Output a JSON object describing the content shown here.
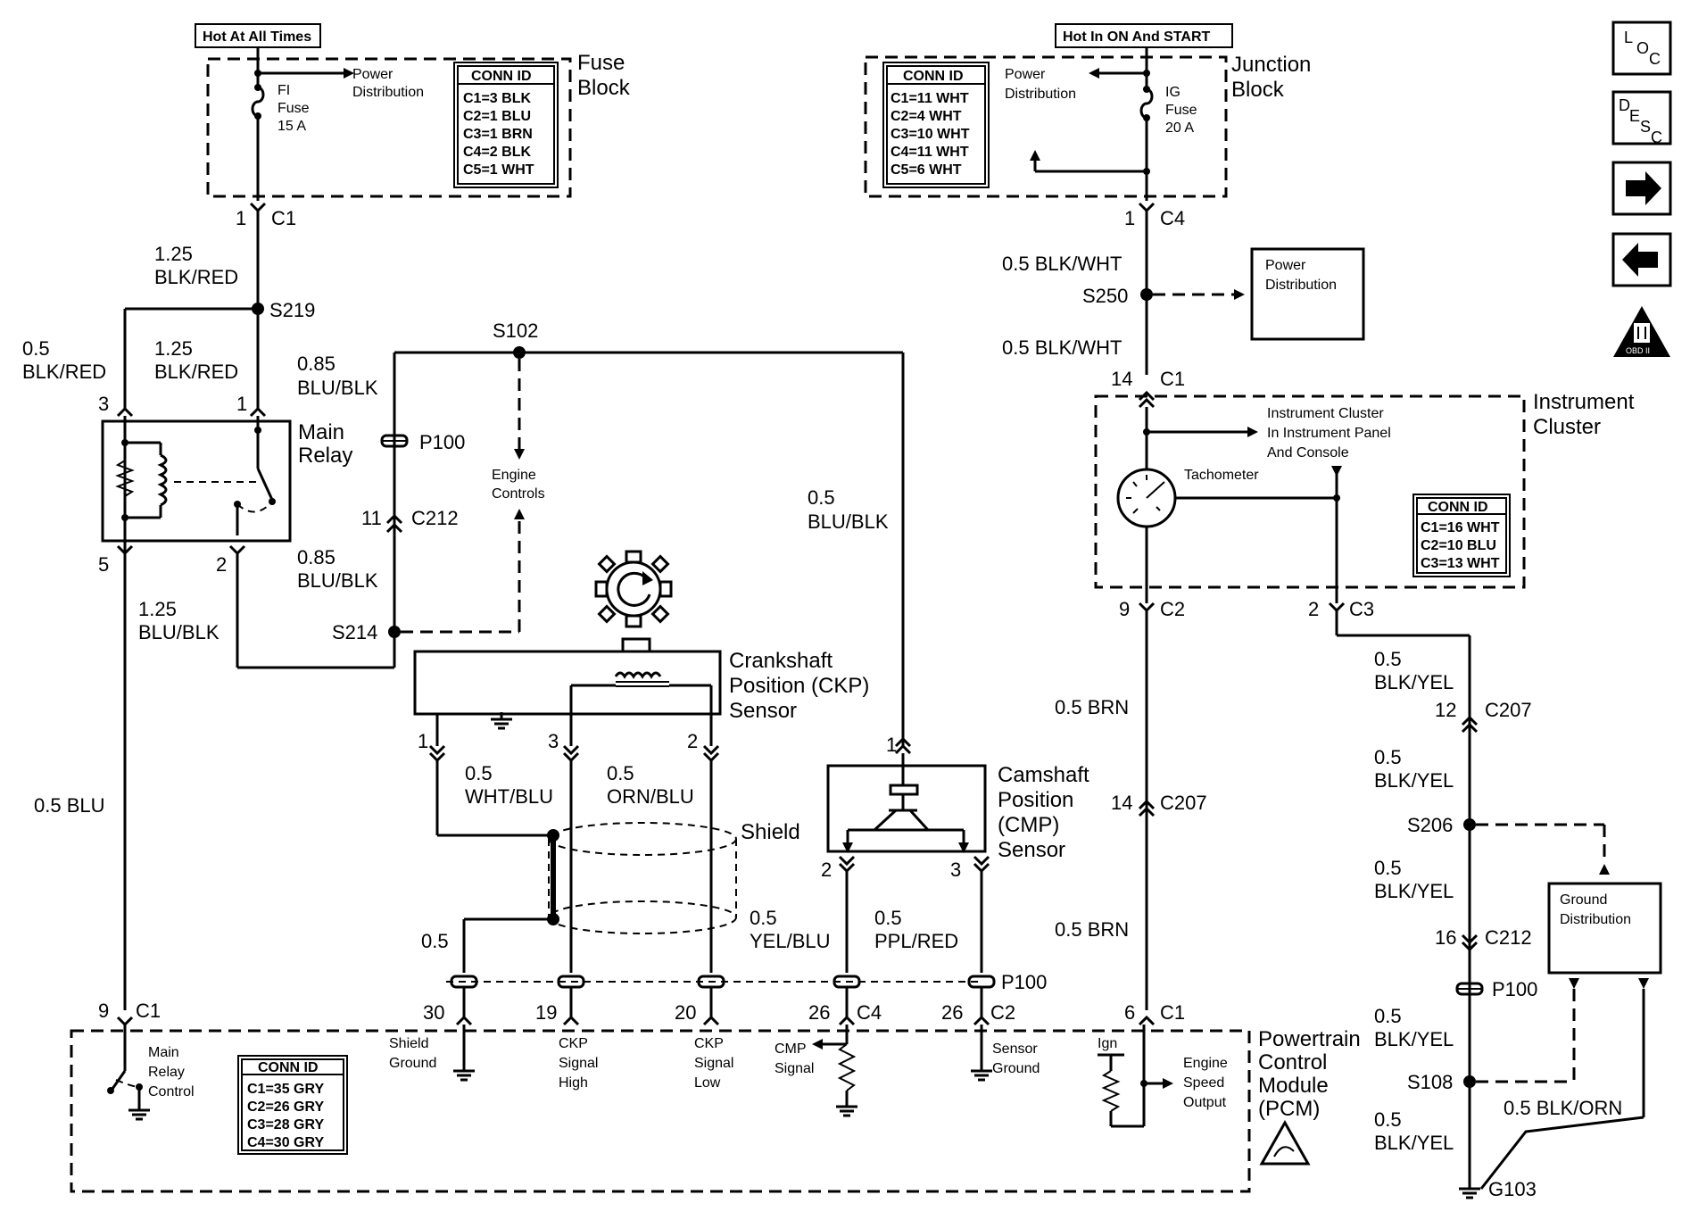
{
  "top": {
    "hot_always": "Hot At All Times",
    "hot_on_start": "Hot In ON And START"
  },
  "fuse_block": {
    "title1": "Fuse",
    "title2": "Block",
    "fuse_l1": "FI",
    "fuse_l2": "Fuse",
    "fuse_l3": "15 A",
    "pd1": "Power",
    "pd2": "Distribution",
    "conn_title": "CONN ID",
    "conn": [
      "C1=3 BLK",
      "C2=1 BLU",
      "C3=1 BRN",
      "C4=2 BLK",
      "C5=1 WHT"
    ]
  },
  "junction_block": {
    "title1": "Junction",
    "title2": "Block",
    "fuse_l1": "IG",
    "fuse_l2": "Fuse",
    "fuse_l3": "20 A",
    "pd1": "Power",
    "pd2": "Distribution",
    "conn_title": "CONN ID",
    "conn": [
      "C1=11 WHT",
      "C2=4 WHT",
      "C3=10 WHT",
      "C4=11 WHT",
      "C5=6 WHT"
    ]
  },
  "power_dist_box": {
    "l1": "Power",
    "l2": "Distribution"
  },
  "instrument_cluster": {
    "title1": "Instrument",
    "title2": "Cluster",
    "n1": "Instrument Cluster",
    "n2": "In Instrument Panel",
    "n3": "And Console",
    "tach": "Tachometer",
    "conn_title": "CONN ID",
    "conn": [
      "C1=16 WHT",
      "C2=10 BLU",
      "C3=13 WHT"
    ]
  },
  "main_relay": {
    "l1": "Main",
    "l2": "Relay"
  },
  "engine_controls": {
    "l1": "Engine",
    "l2": "Controls"
  },
  "ckp": {
    "l1": "Crankshaft",
    "l2": "Position (CKP)",
    "l3": "Sensor"
  },
  "cmp": {
    "l1": "Camshaft",
    "l2": "Position",
    "l3": "(CMP)",
    "l4": "Sensor"
  },
  "shield": "Shield",
  "ground_dist": {
    "l1": "Ground",
    "l2": "Distribution"
  },
  "pcm": {
    "l1": "Powertrain",
    "l2": "Control",
    "l3": "Module",
    "l4": "(PCM)",
    "mrc1": "Main",
    "mrc2": "Relay",
    "mrc3": "Control",
    "sg1": "Shield",
    "sg2": "Ground",
    "ckph1": "CKP",
    "ckph2": "Signal",
    "ckph3": "High",
    "ckpl1": "CKP",
    "ckpl2": "Signal",
    "ckpl3": "Low",
    "cmp1": "CMP",
    "cmp2": "Signal",
    "sens1": "Sensor",
    "sens2": "Ground",
    "ign": "Ign",
    "eso1": "Engine",
    "eso2": "Speed",
    "eso3": "Output",
    "conn_title": "CONN ID",
    "conn": [
      "C1=35 GRY",
      "C2=26 GRY",
      "C3=28 GRY",
      "C4=30 GRY"
    ]
  },
  "labels": {
    "p1": "1",
    "p3": "3",
    "p5": "5",
    "p2": "2",
    "p11": "11",
    "p14": "14",
    "p9": "9",
    "p12": "12",
    "p16": "16",
    "p6": "6",
    "p30": "30",
    "p19": "19",
    "p20": "20",
    "p26": "26",
    "C1": "C1",
    "C2": "C2",
    "C3": "C3",
    "C4": "C4",
    "C207": "C207",
    "C212": "C212",
    "S219": "S219",
    "S102": "S102",
    "S214": "S214",
    "S250": "S250",
    "S206": "S206",
    "S108": "S108",
    "P100": "P100",
    "G103": "G103",
    "w_125": "1.25",
    "w_05": "0.5",
    "w_085": "0.85",
    "blk_red": "BLK/RED",
    "blu_blk": "BLU/BLK",
    "blu_blk_05": "0.5",
    "blu": "0.5 BLU",
    "blk_wht": "0.5 BLK/WHT",
    "brn": "0.5 BRN",
    "blk_yel": "BLK/YEL",
    "blk_orn": "0.5 BLK/ORN",
    "wht_blu": "WHT/BLU",
    "orn_blu": "ORN/BLU",
    "yel_blu": "YEL/BLU",
    "ppl_red": "PPL/RED"
  },
  "nav": {
    "loc": "LOC",
    "desc": "DESC",
    "next": "next-arrow",
    "prev": "prev-arrow",
    "obd": "OBD II"
  }
}
